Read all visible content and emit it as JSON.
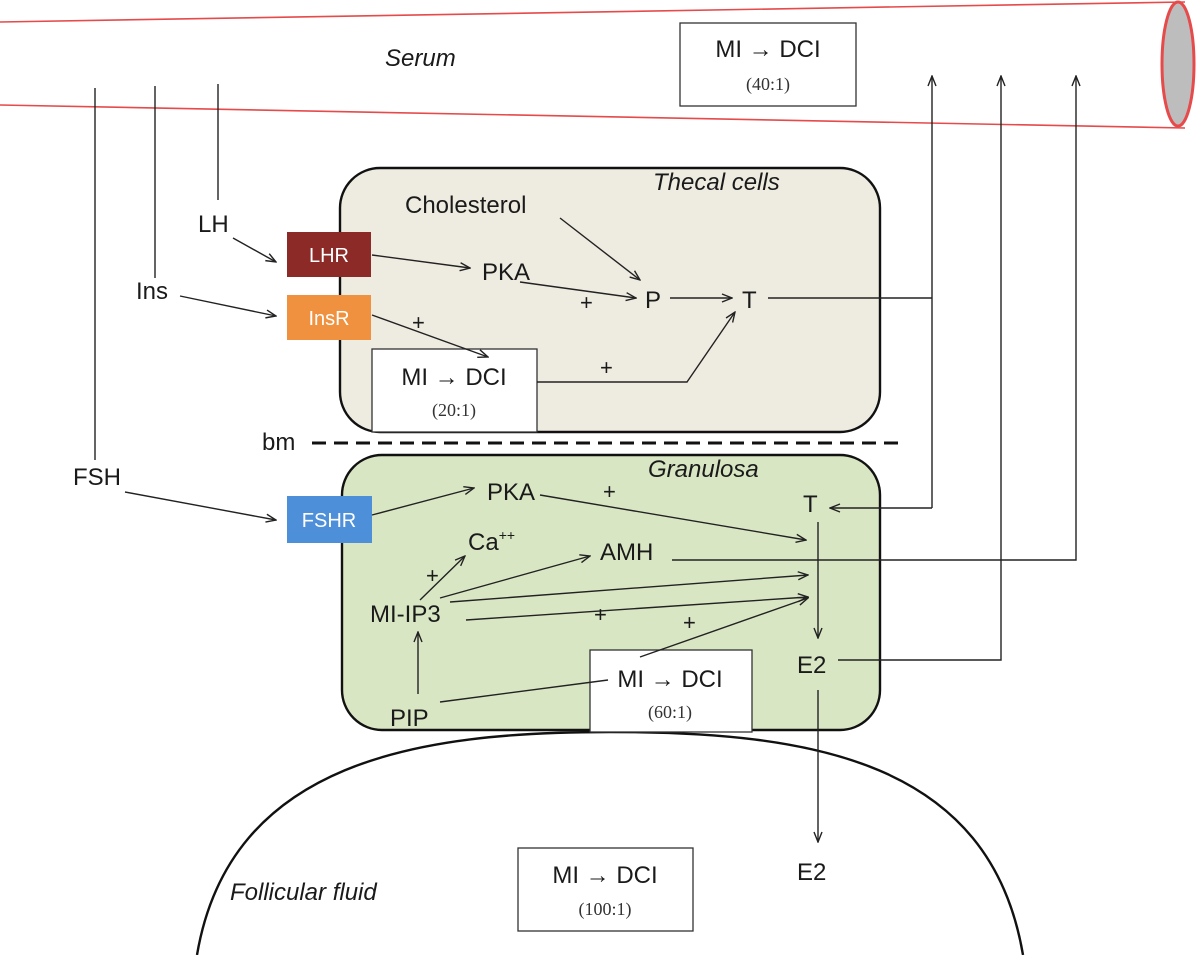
{
  "compartments": {
    "serum": "Serum",
    "thecal": "Thecal cells",
    "granulosa": "Granulosa",
    "follicular_fluid": "Follicular fluid",
    "basement_membrane": "bm"
  },
  "hormones": {
    "lh": "LH",
    "ins": "Ins",
    "fsh": "FSH"
  },
  "receptors": {
    "lhr": {
      "label": "LHR",
      "color": "#8b2a27"
    },
    "insr": {
      "label": "InsR",
      "color": "#f0913f"
    },
    "fshr": {
      "label": "FSHR",
      "color": "#4d8fd9"
    }
  },
  "thecal": {
    "cholesterol": "Cholesterol",
    "pka": "PKA",
    "p": "P",
    "t": "T"
  },
  "granulosa": {
    "pka": "PKA",
    "t": "T",
    "ca": "Ca",
    "ca_sup": "++",
    "amh": "AMH",
    "mi_ip3": "MI-IP3",
    "e2": "E2",
    "pip": "PIP"
  },
  "outside": {
    "e2": "E2"
  },
  "conversion_boxes": {
    "serum": {
      "label": "MI → DCI",
      "ratio": "(40:1)"
    },
    "thecal": {
      "label": "MI → DCI",
      "ratio": "(20:1)"
    },
    "granulosa": {
      "label": "MI → DCI",
      "ratio": "(60:1)"
    },
    "follicular": {
      "label": "MI → DCI",
      "ratio": "(100:1)"
    }
  },
  "signs": {
    "plus": "+"
  },
  "colors": {
    "serum_vessel": "#e64a4a",
    "vessel_end": "#bdbdbd",
    "thecal_fill": "#eeebe0",
    "granulosa_fill": "#d9e6c4"
  }
}
